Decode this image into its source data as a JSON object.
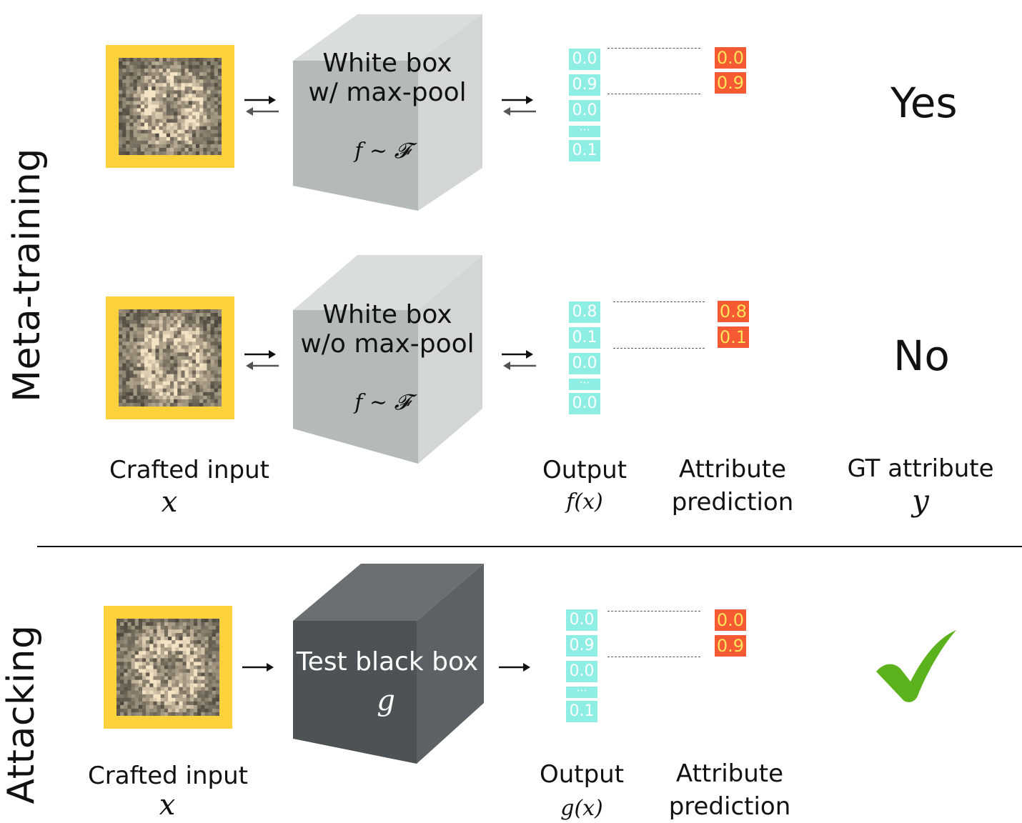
{
  "sections": {
    "meta_training": "Meta-training",
    "attacking": "Attacking"
  },
  "rows": [
    {
      "box_title_line1": "White box",
      "box_title_line2": "w/ max-pool",
      "box_formula": "f ∼ 𝓕",
      "outputs": [
        "0.0",
        "0.9",
        "0.0",
        "···",
        "0.1"
      ],
      "predictions": [
        "0.0",
        "0.9"
      ],
      "answer": "Yes"
    },
    {
      "box_title_line1": "White box",
      "box_title_line2": "w/o max-pool",
      "box_formula": "f ∼ 𝓕",
      "outputs": [
        "0.8",
        "0.1",
        "0.0",
        "···",
        "0.0"
      ],
      "predictions": [
        "0.8",
        "0.1"
      ],
      "answer": "No"
    },
    {
      "box_title_line1": "Test black box",
      "box_formula": "g",
      "outputs": [
        "0.0",
        "0.9",
        "0.0",
        "···",
        "0.1"
      ],
      "predictions": [
        "0.0",
        "0.9"
      ],
      "answer_icon": "checkmark-icon"
    }
  ],
  "labels_meta": {
    "crafted_input": "Crafted input",
    "crafted_input_var": "x",
    "output": "Output",
    "output_var": "f(x)",
    "attribute_prediction_line1": "Attribute",
    "attribute_prediction_line2": "prediction",
    "gt_attribute": "GT attribute",
    "gt_attribute_var": "y"
  },
  "labels_attack": {
    "crafted_input": "Crafted input",
    "crafted_input_var": "x",
    "output": "Output",
    "output_var": "g(x)",
    "attribute_prediction_line1": "Attribute",
    "attribute_prediction_line2": "prediction"
  },
  "colors": {
    "frame": "#fbd23b",
    "output_cell": "#8eeee4",
    "prediction_cell": "#f55a35",
    "prediction_text": "#ffe45a",
    "white_box_front": "#b3b9b7",
    "white_box_top": "#d9dedd",
    "white_box_side": "#cfd4d3",
    "black_box_front": "#4d5254",
    "black_box_top": "#6a7072",
    "black_box_side": "#5b6163",
    "check": "#5bb21c"
  }
}
